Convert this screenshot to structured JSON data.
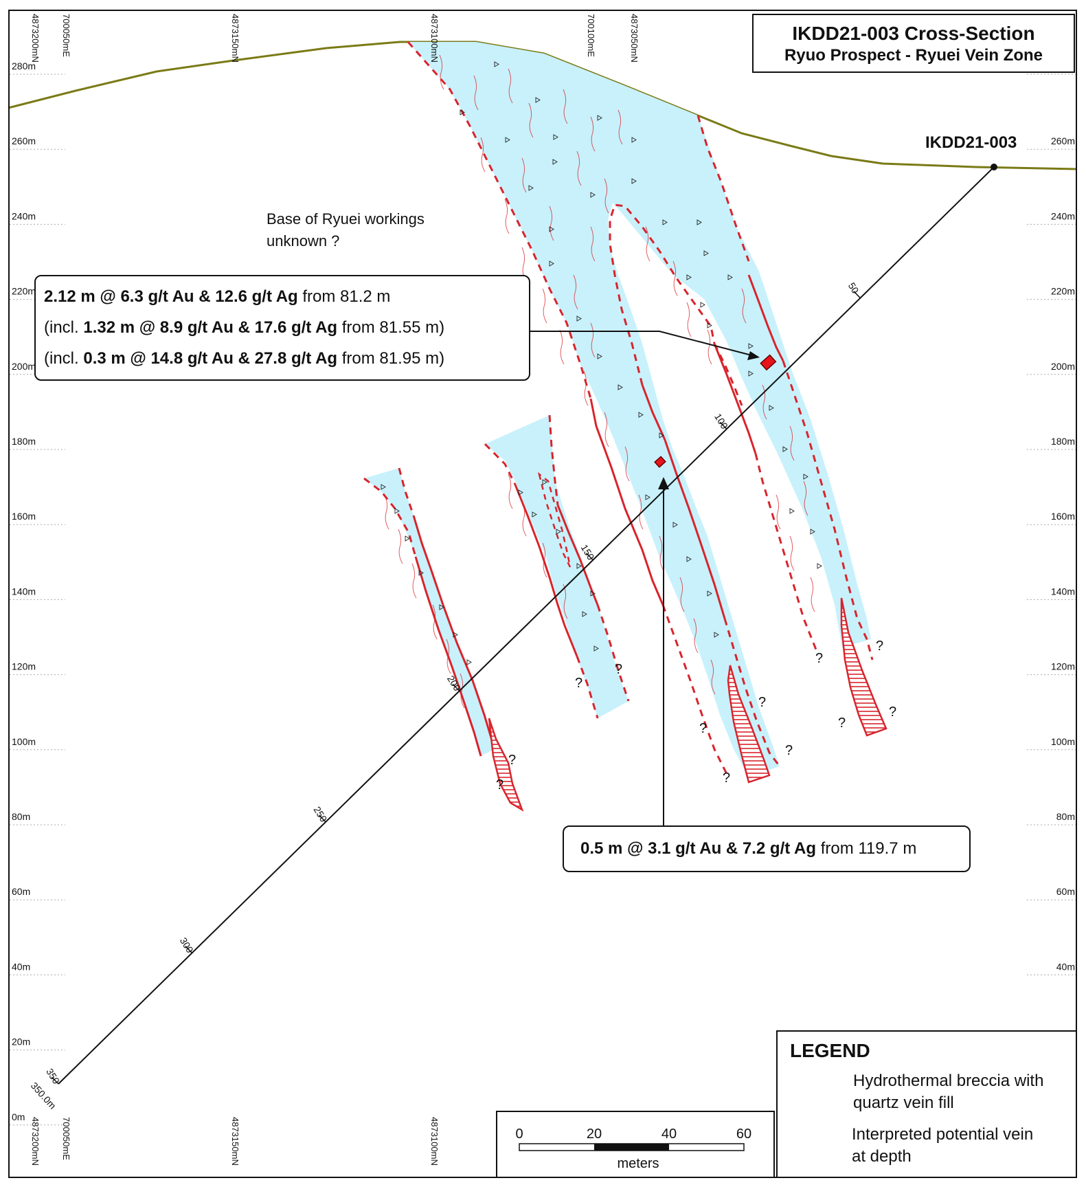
{
  "title": {
    "line1": "IKDD21-003 Cross-Section",
    "line2": "Ryuo Prospect - Ryuei Vein Zone"
  },
  "drillhole": {
    "name": "IKDD21-003",
    "end_label": "350.0m",
    "depth_ticks": [
      "50",
      "100",
      "150",
      "200",
      "250",
      "300",
      "350"
    ]
  },
  "elevation_labels": [
    "280m",
    "260m",
    "240m",
    "220m",
    "200m",
    "180m",
    "160m",
    "140m",
    "120m",
    "100m",
    "80m",
    "60m",
    "40m",
    "20m",
    "0m"
  ],
  "grid_labels_top": [
    "4873200mN",
    "700050mE",
    "4873150mN",
    "4873100mN",
    "700100mE",
    "4873050mN"
  ],
  "grid_labels_bottom": [
    "4873200mN",
    "700050mE",
    "4873150mN",
    "4873100mN"
  ],
  "annotation_workings": {
    "line1": "Base of Ryuei workings",
    "line2": "unknown ?"
  },
  "callout_upper": {
    "l1_bold": "2.12 m @ 6.3 g/t Au & 12.6 g/t Ag",
    "l1_rest": " from 81.2 m",
    "l2_pre": "(incl. ",
    "l2_bold": "1.32 m @ 8.9 g/t Au & 17.6 g/t Ag",
    "l2_rest": " from 81.55 m)",
    "l3_pre": "(incl.  ",
    "l3_bold": "0.3 m @ 14.8 g/t Au & 27.8 g/t Ag",
    "l3_rest": " from 81.95 m)"
  },
  "callout_lower": {
    "bold": "0.5 m @ 3.1 g/t Au & 7.2 g/t Ag",
    "rest": " from 119.7 m"
  },
  "legend": {
    "title": "LEGEND",
    "item1_line1": "Hydrothermal breccia with",
    "item1_line2": "quartz vein fill",
    "item2_line1": "Interpreted potential vein",
    "item2_line2": "at depth"
  },
  "scale_bar": {
    "ticks": [
      "0",
      "20",
      "40",
      "60"
    ],
    "unit": "meters"
  },
  "question_mark": "?",
  "colors": {
    "breccia_fill": "#c8f1fb",
    "vein_red": "#d8242c",
    "topography": "#7a7a16",
    "line": "#111111"
  }
}
